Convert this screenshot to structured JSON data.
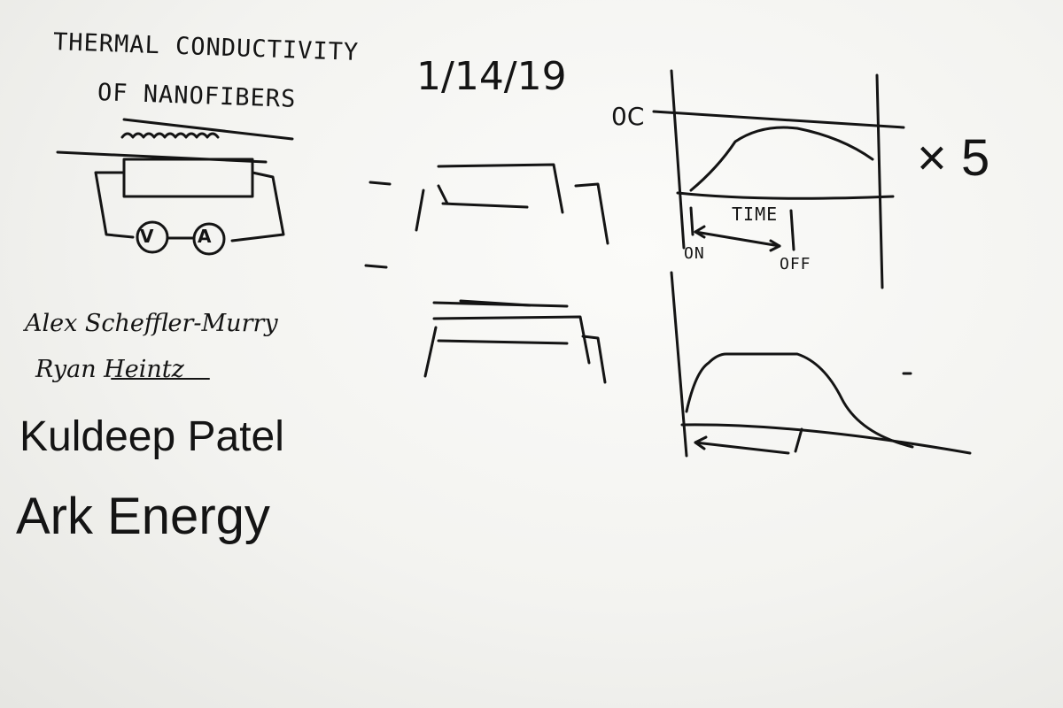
{
  "board": {
    "title_line1": "THERMAL CONDUCTIVITY",
    "title_line2": "OF NANOFIBERS",
    "date": "1/14/19",
    "names": [
      "Alex Scheffler-Murry",
      "Ryan Heintz",
      "Kuldeep Patel",
      "Ark Energy"
    ],
    "graph_labels": {
      "multiplier": "× 5",
      "y_marker": "0C",
      "time": "TIME",
      "on": "ON",
      "off": "OFF"
    },
    "circuit_labels": {
      "voltmeter": "V",
      "ammeter": "A"
    }
  },
  "colors": {
    "ink": "#141414",
    "board": "#f5f5f2"
  }
}
